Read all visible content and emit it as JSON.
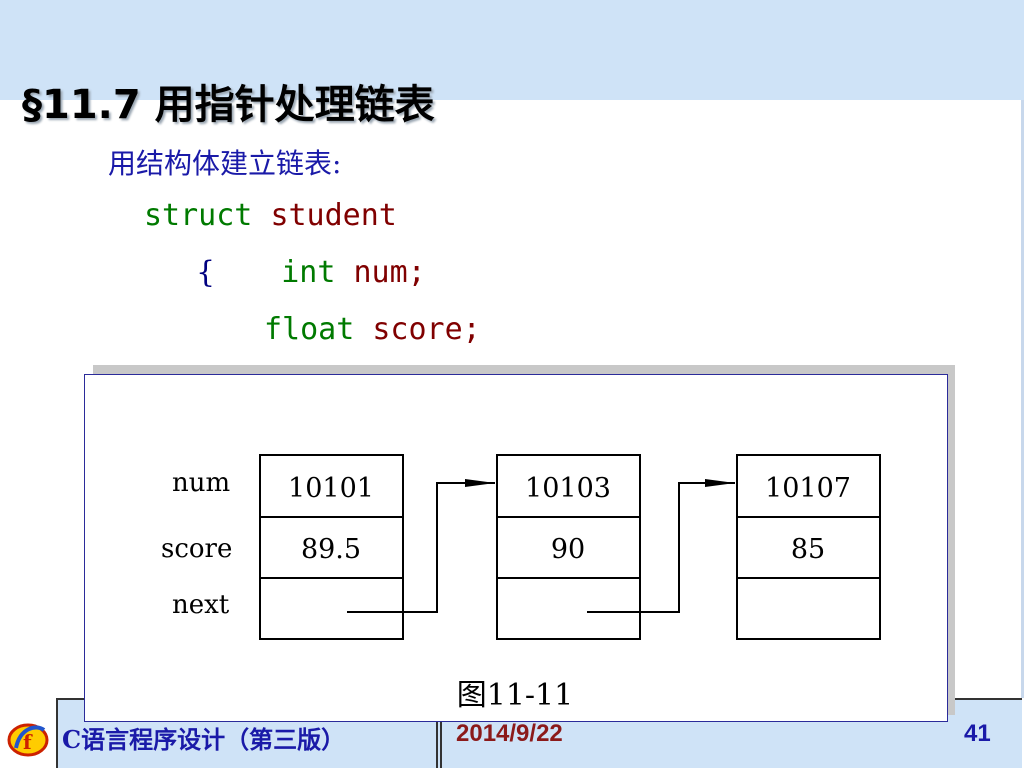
{
  "title": "§11.7  用指针处理链表",
  "subtitle": "用结构体建立链表:",
  "code": {
    "line1_kw": "struct",
    "line1_id": "student",
    "line2_brace": "{",
    "line2_kw": "int",
    "line2_id": "num;",
    "line3_kw": "float",
    "line3_id": "score;"
  },
  "figure": {
    "labels": [
      "num",
      "score",
      "next"
    ],
    "nodes": [
      {
        "num": "10101",
        "score": "89.5"
      },
      {
        "num": "10103",
        "score": "90"
      },
      {
        "num": "10107",
        "score": "85"
      }
    ],
    "caption": "图11-11"
  },
  "footer": {
    "course": "C语言程序设计（第三版）",
    "date": "2014/9/22",
    "page": "41"
  },
  "colors": {
    "keyword": "#007a00",
    "identifier": "#800000",
    "subtitle": "#1a1aa8",
    "band": "#cfe3f7"
  },
  "icons": {
    "logo": "course-logo-icon"
  }
}
